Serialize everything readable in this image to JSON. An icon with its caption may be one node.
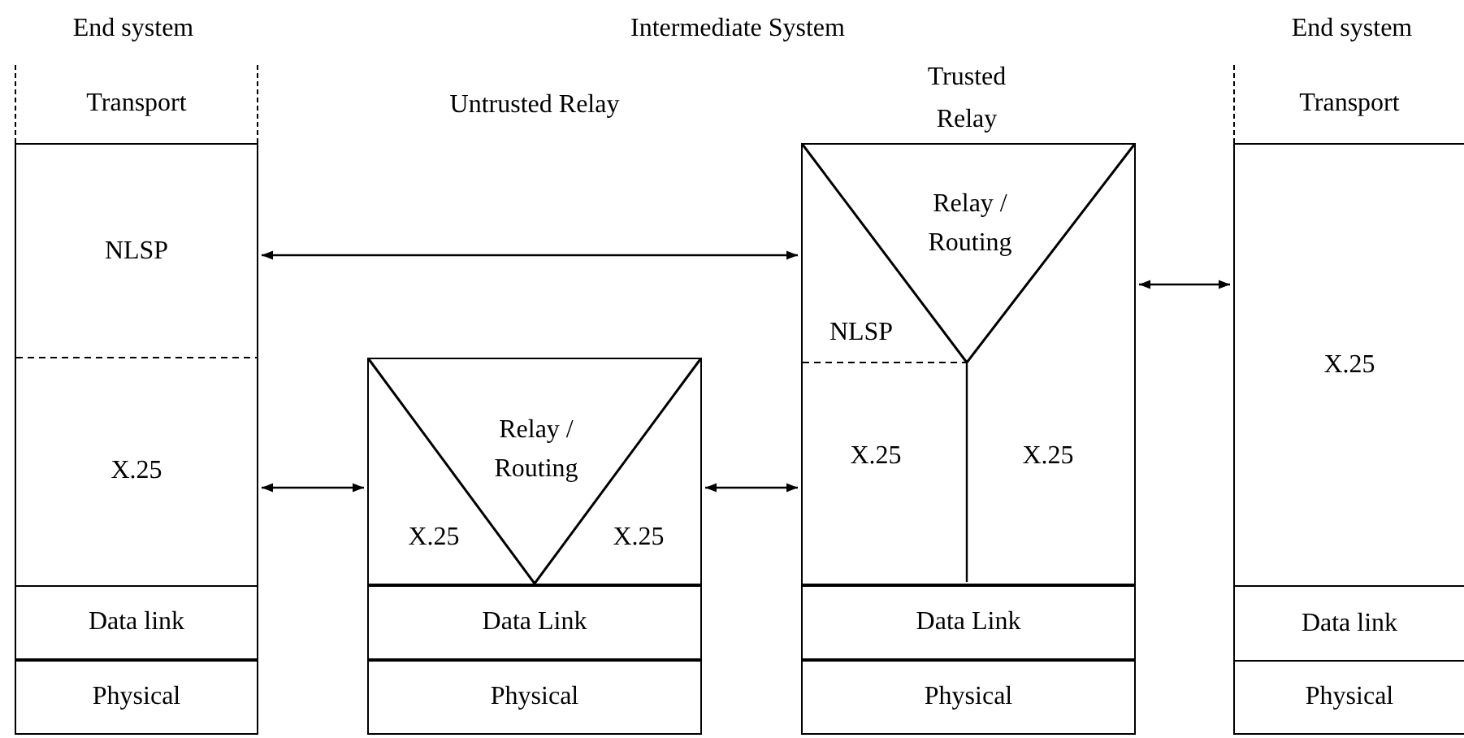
{
  "diagram": {
    "nodes": [
      {
        "text": [
          "Transport"
        ]
      },
      {
        "text": [
          "NLSP"
        ]
      },
      {
        "text": [
          "X.25"
        ]
      },
      {
        "text": [
          "Data link"
        ]
      },
      {
        "text": [
          "Physical"
        ]
      },
      {
        "text": [],
        "shape": "box"
      },
      {
        "text": [
          "Relay / Routing"
        ],
        "in": 5
      },
      {
        "text": [
          "X.25"
        ],
        "in": 5
      },
      {
        "text": [
          "X.25"
        ],
        "in": 5
      },
      {
        "text": [
          "Data Link"
        ]
      },
      {
        "text": [
          "Physical"
        ]
      },
      {
        "text": [],
        "shape": "box"
      },
      {
        "text": [
          "Relay / Routing"
        ],
        "in": 11
      },
      {
        "text": [
          "NLSP"
        ],
        "in": 11
      },
      {
        "text": [
          "X.25"
        ],
        "in": 11
      },
      {
        "text": [
          "X.25"
        ],
        "in": 11
      },
      {
        "text": [
          "Data Link"
        ]
      },
      {
        "text": [
          "Physical"
        ]
      },
      {
        "text": [
          "Transport"
        ]
      },
      {
        "text": [
          "X.25"
        ]
      },
      {
        "text": [
          "Data link"
        ]
      },
      {
        "text": [
          "Physical"
        ]
      }
    ],
    "edges": [
      {
        "from": 1,
        "to": 11,
        "arrow": "both"
      },
      {
        "from": 2,
        "to": 5,
        "arrow": "both"
      },
      {
        "from": 5,
        "to": 11,
        "arrow": "both"
      },
      {
        "from": 11,
        "to": 19,
        "arrow": "both"
      }
    ],
    "labels": [
      "End system",
      "Intermediate System",
      "End system",
      "Untrusted Relay",
      "Trusted Relay"
    ]
  }
}
